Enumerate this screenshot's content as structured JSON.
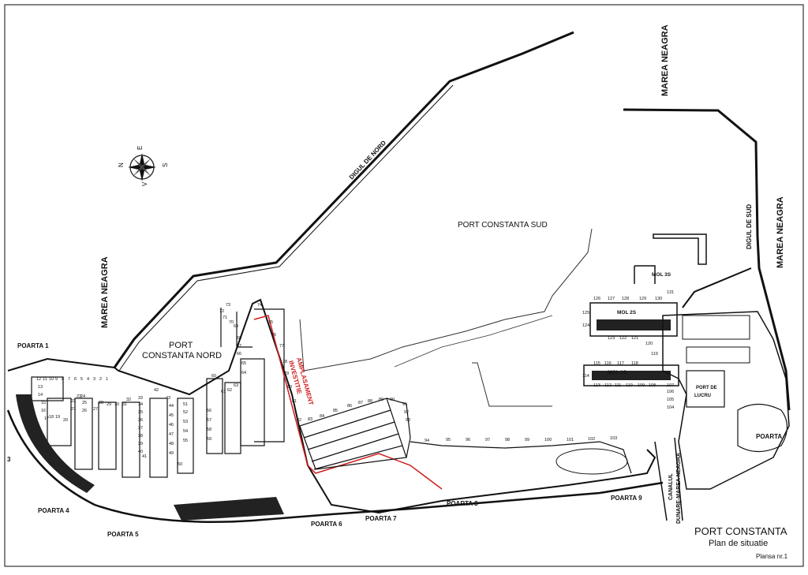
{
  "colors": {
    "line": "#111111",
    "accent": "#d01c1c",
    "background": "#ffffff"
  },
  "labels": {
    "sea_left": "MAREA NEAGRA",
    "sea_top_right": "MAREA NEAGRA",
    "sea_right": "MAREA NEAGRA",
    "digul_nord": "DIGUL DE NORD",
    "digul_sud": "DIGUL DE SUD",
    "port_sud": "PORT CONSTANTA SUD",
    "port_nord_1": "PORT",
    "port_nord_2": "CONSTANTA NORD",
    "amplasament_1": "AMPLASAMENT",
    "amplasament_2": "INVESTITIE",
    "mol_3s": "MOL 3S",
    "mol_2s": "MOL 2S",
    "mol_1s": "MOL 1S",
    "port_lucru_1": "PORT DE",
    "port_lucru_2": "LUCRU",
    "canal_1": "CANALUL",
    "canal_2": "DUNARE-MAREA NEAGRA",
    "poarta_1": "POARTA 1",
    "poarta_3": "3",
    "poarta_4": "POARTA 4",
    "poarta_5": "POARTA 5",
    "poarta_6": "POARTA 6",
    "poarta_7": "POARTA 7",
    "poarta_8": "POARTA 8",
    "poarta_9": "POARTA 9",
    "poarta_right": "POARTA"
  },
  "compass": {
    "icon": "compass-rose-icon",
    "n": "N",
    "s": "S",
    "e": "E",
    "v": "V"
  },
  "title_block": {
    "title": "PORT CONSTANTA",
    "subtitle": "Plan de situatie",
    "sheet": "Plansa nr.1"
  },
  "berths": {
    "north_row": [
      "1",
      "2",
      "3",
      "4",
      "5",
      "6",
      "7",
      "8",
      "9",
      "10",
      "11",
      "12"
    ],
    "west": [
      "13",
      "14",
      "15",
      "16",
      "17",
      "18",
      "19",
      "20",
      "21",
      "22",
      "23",
      "24",
      "25",
      "26",
      "27",
      "28",
      "29",
      "30",
      "31",
      "32",
      "33",
      "34",
      "35",
      "36",
      "37",
      "38",
      "39",
      "40",
      "41",
      "42",
      "43",
      "44",
      "45",
      "46",
      "47",
      "48",
      "49",
      "50",
      "51",
      "52",
      "53",
      "54",
      "55",
      "56",
      "57",
      "58",
      "59",
      "60",
      "61",
      "62",
      "63",
      "64",
      "65",
      "66",
      "67",
      "68",
      "69",
      "70",
      "71",
      "72",
      "73",
      "74",
      "75",
      "76",
      "77",
      "78",
      "79",
      "80",
      "81",
      "82",
      "83",
      "84",
      "85",
      "86",
      "87",
      "88",
      "89",
      "90",
      "91",
      "92",
      "93"
    ],
    "south": [
      "94",
      "95",
      "96",
      "97",
      "98",
      "99",
      "100",
      "101",
      "102",
      "103"
    ],
    "mol1s": [
      "104",
      "105",
      "106",
      "107",
      "108",
      "109",
      "110",
      "111",
      "112",
      "113",
      "114",
      "115",
      "116",
      "117",
      "118",
      "119"
    ],
    "mol2s": [
      "120",
      "121",
      "122",
      "123",
      "124",
      "125",
      "126",
      "127",
      "128",
      "129",
      "130",
      "131"
    ]
  }
}
